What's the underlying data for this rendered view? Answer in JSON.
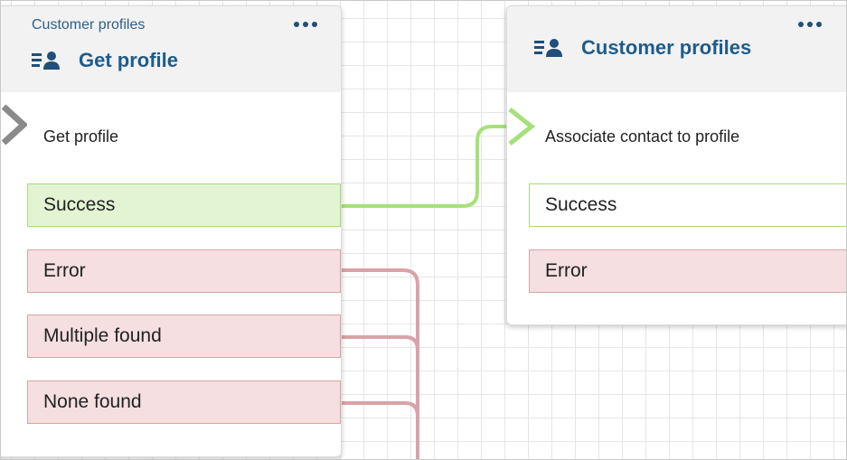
{
  "block_get_profile": {
    "category": "Customer profiles",
    "title": "Get profile",
    "icon": "customer-profile-icon",
    "description": "Get profile",
    "branches": {
      "success": "Success",
      "error": "Error",
      "multiple_found": "Multiple found",
      "none_found": "None found"
    }
  },
  "block_customer_profiles": {
    "title": "Customer profiles",
    "icon": "customer-profile-icon",
    "description": "Associate contact to profile",
    "branches": {
      "success": "Success",
      "error": "Error"
    }
  },
  "colors": {
    "success_connector": "#a6e07a",
    "error_connector": "#d9a2a8",
    "title_blue": "#1f5c8a"
  }
}
